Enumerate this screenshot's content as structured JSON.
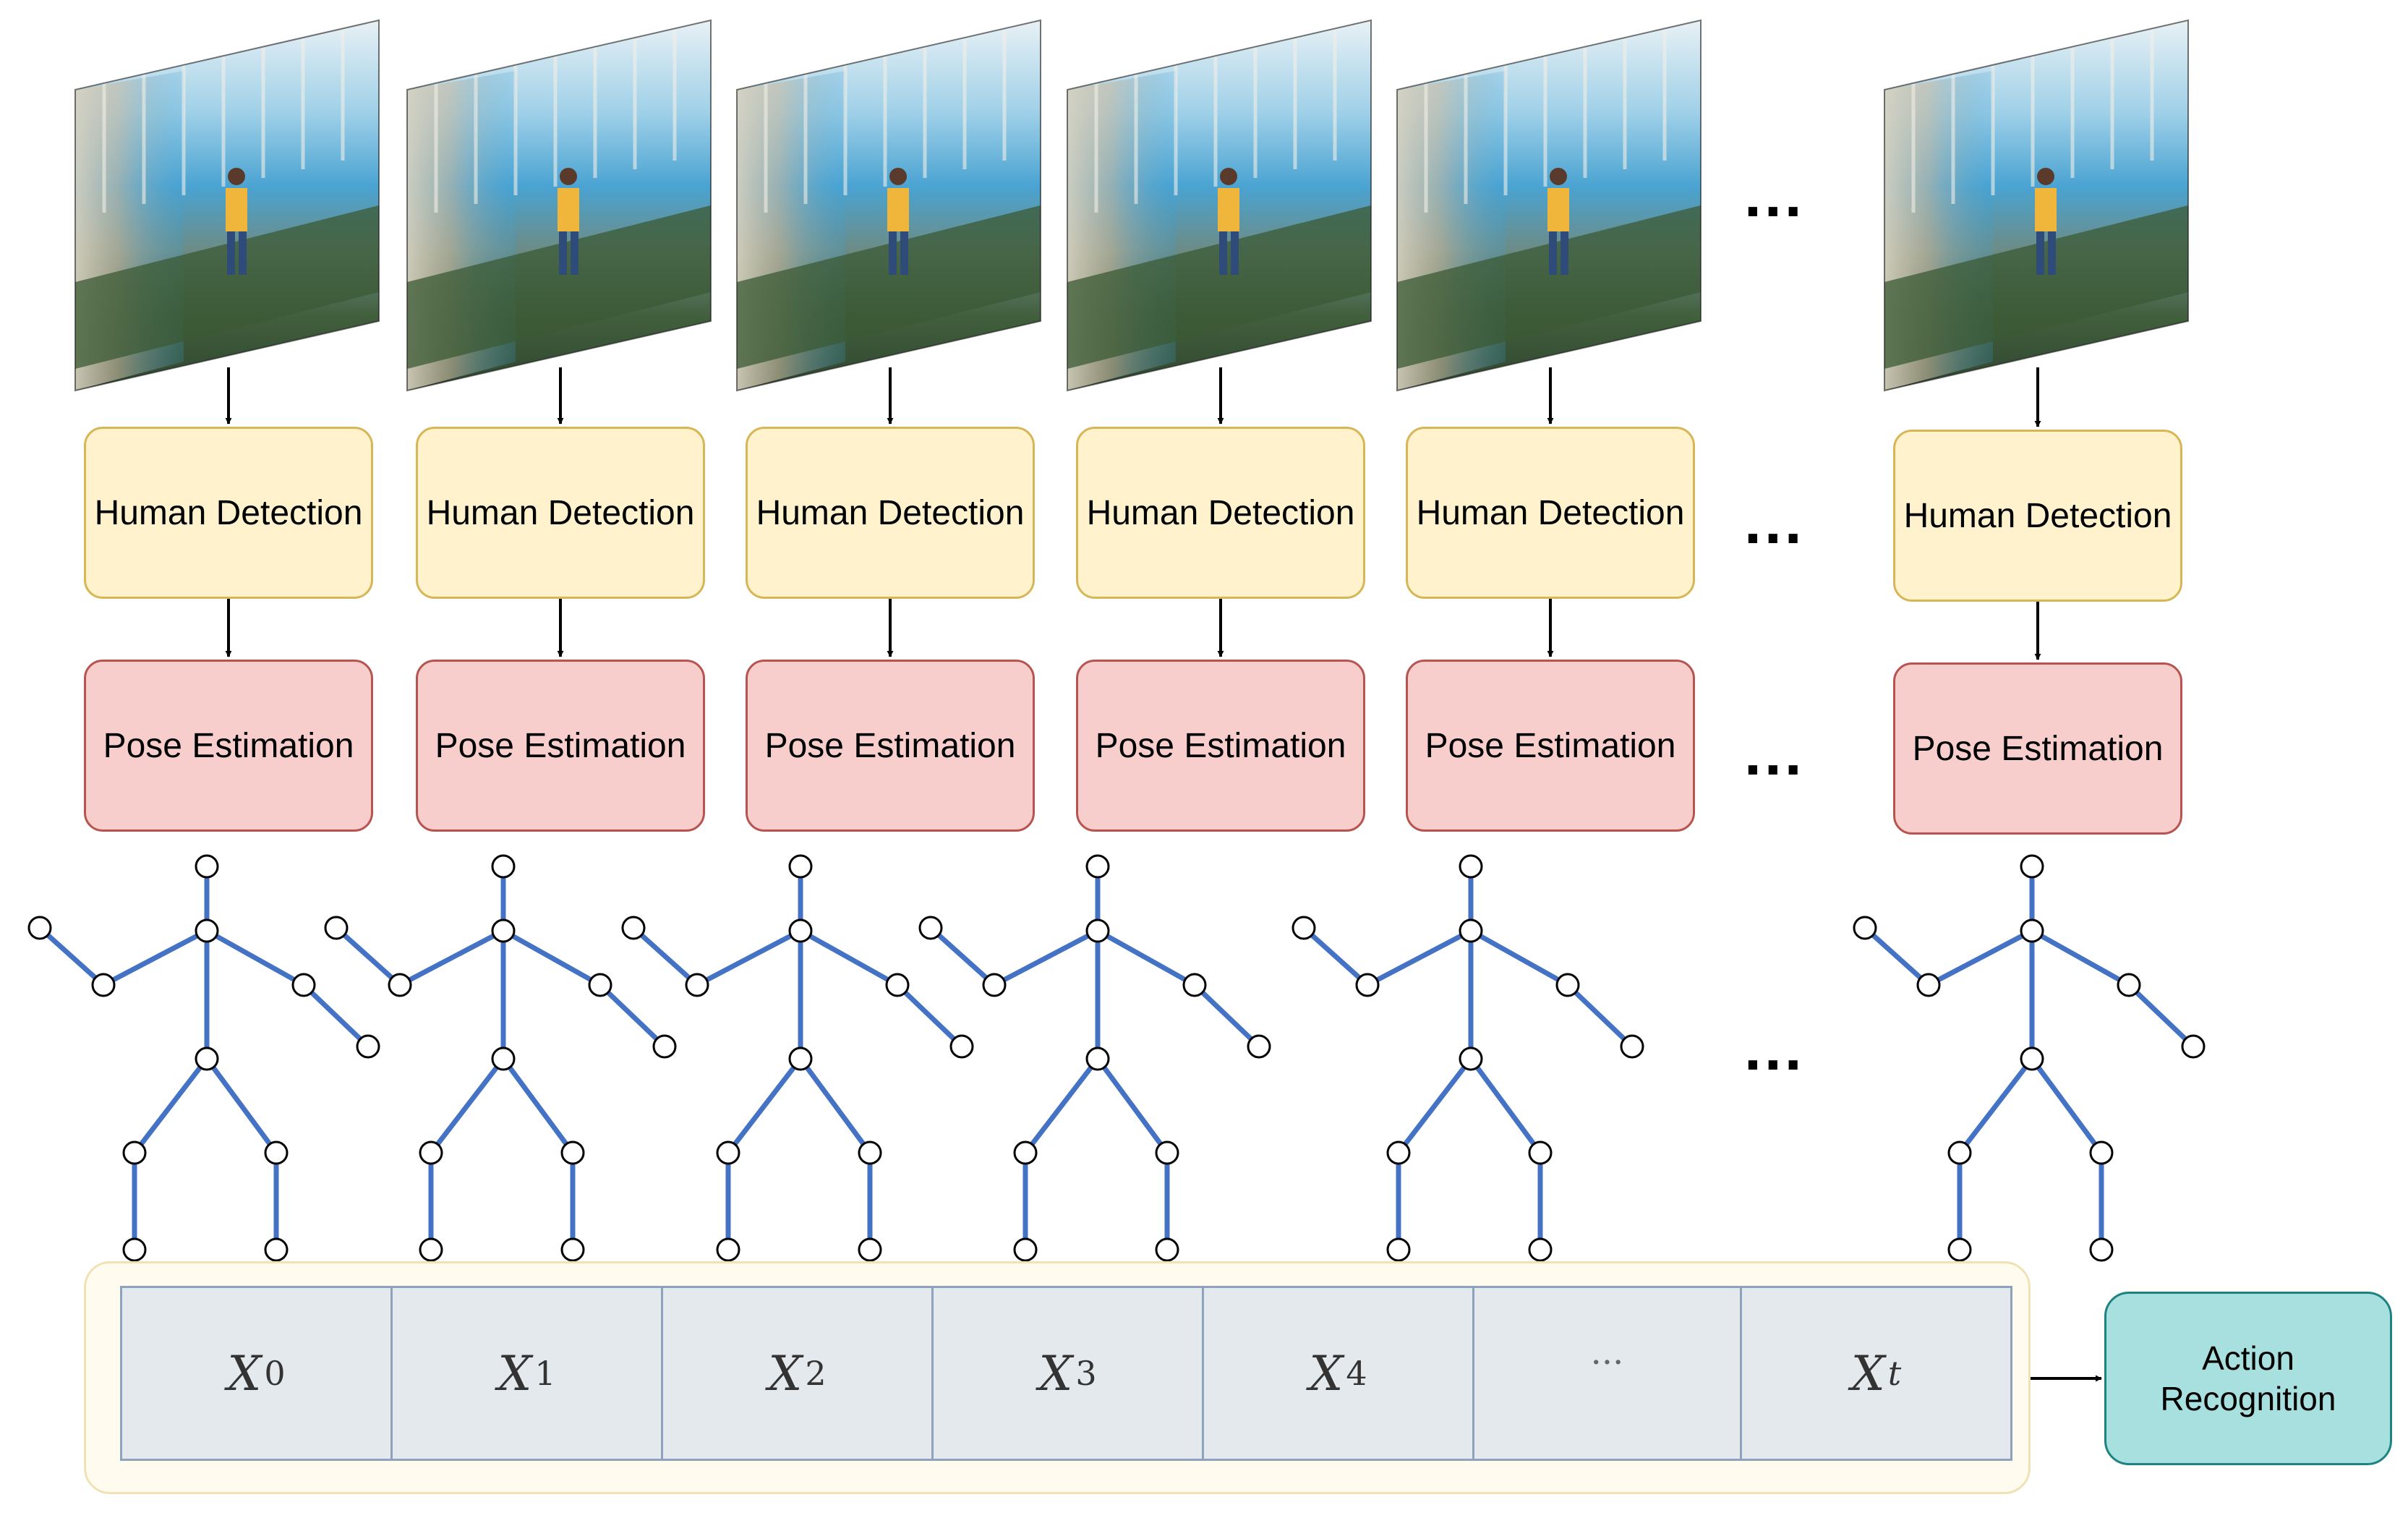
{
  "frames": [
    {
      "detection_label": "Human Detection",
      "pose_label": "Pose Estimation"
    },
    {
      "detection_label": "Human Detection",
      "pose_label": "Pose Estimation"
    },
    {
      "detection_label": "Human Detection",
      "pose_label": "Pose Estimation"
    },
    {
      "detection_label": "Human Detection",
      "pose_label": "Pose Estimation"
    },
    {
      "detection_label": "Human Detection",
      "pose_label": "Pose Estimation"
    },
    {
      "detection_label": "Human Detection",
      "pose_label": "Pose Estimation"
    }
  ],
  "ellipsis": "...",
  "sequence": {
    "cells": [
      {
        "symbol": "X",
        "subscript": "0"
      },
      {
        "symbol": "X",
        "subscript": "1"
      },
      {
        "symbol": "X",
        "subscript": "2"
      },
      {
        "symbol": "X",
        "subscript": "3"
      },
      {
        "symbol": "X",
        "subscript": "4"
      },
      {
        "symbol": "···",
        "subscript": ""
      },
      {
        "symbol": "X",
        "subscript": "t"
      }
    ]
  },
  "output": {
    "line1": "Action",
    "line2": "Recognition"
  },
  "colors": {
    "detection_fill": "#fff2cc",
    "detection_stroke": "#d6b656",
    "pose_fill": "#f8cecc",
    "pose_stroke": "#b85450",
    "skeleton": "#4472c4",
    "sequence_cell": "#e4e9ed",
    "sequence_outer": "#fffbee",
    "action_fill": "#a8e0df"
  },
  "icons": [
    "video-frame-image",
    "down-arrow-icon",
    "skeleton-graph",
    "right-arrow-icon"
  ]
}
